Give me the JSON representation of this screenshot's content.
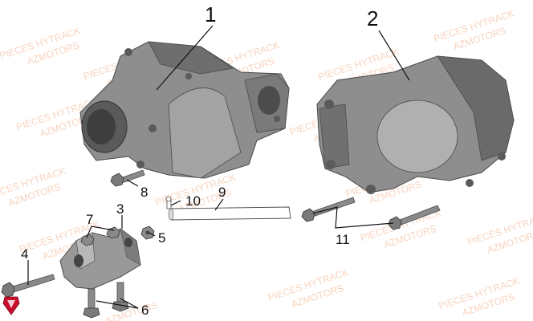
{
  "watermark": {
    "line1": "PIECES HYTRACK",
    "line2": "AZMOTORS"
  },
  "callouts": {
    "c1": "1",
    "c2": "2",
    "c3": "3",
    "c4": "4",
    "c5": "5",
    "c6": "6",
    "c7": "7",
    "c8": "8",
    "c9": "9",
    "c10": "10",
    "c11": "11"
  },
  "colors": {
    "part_fill": "#8e8e8e",
    "part_light": "#b5b5b5",
    "part_dark": "#5a5a5a",
    "watermark": "#f2b08a",
    "logo": "#c8102e"
  }
}
